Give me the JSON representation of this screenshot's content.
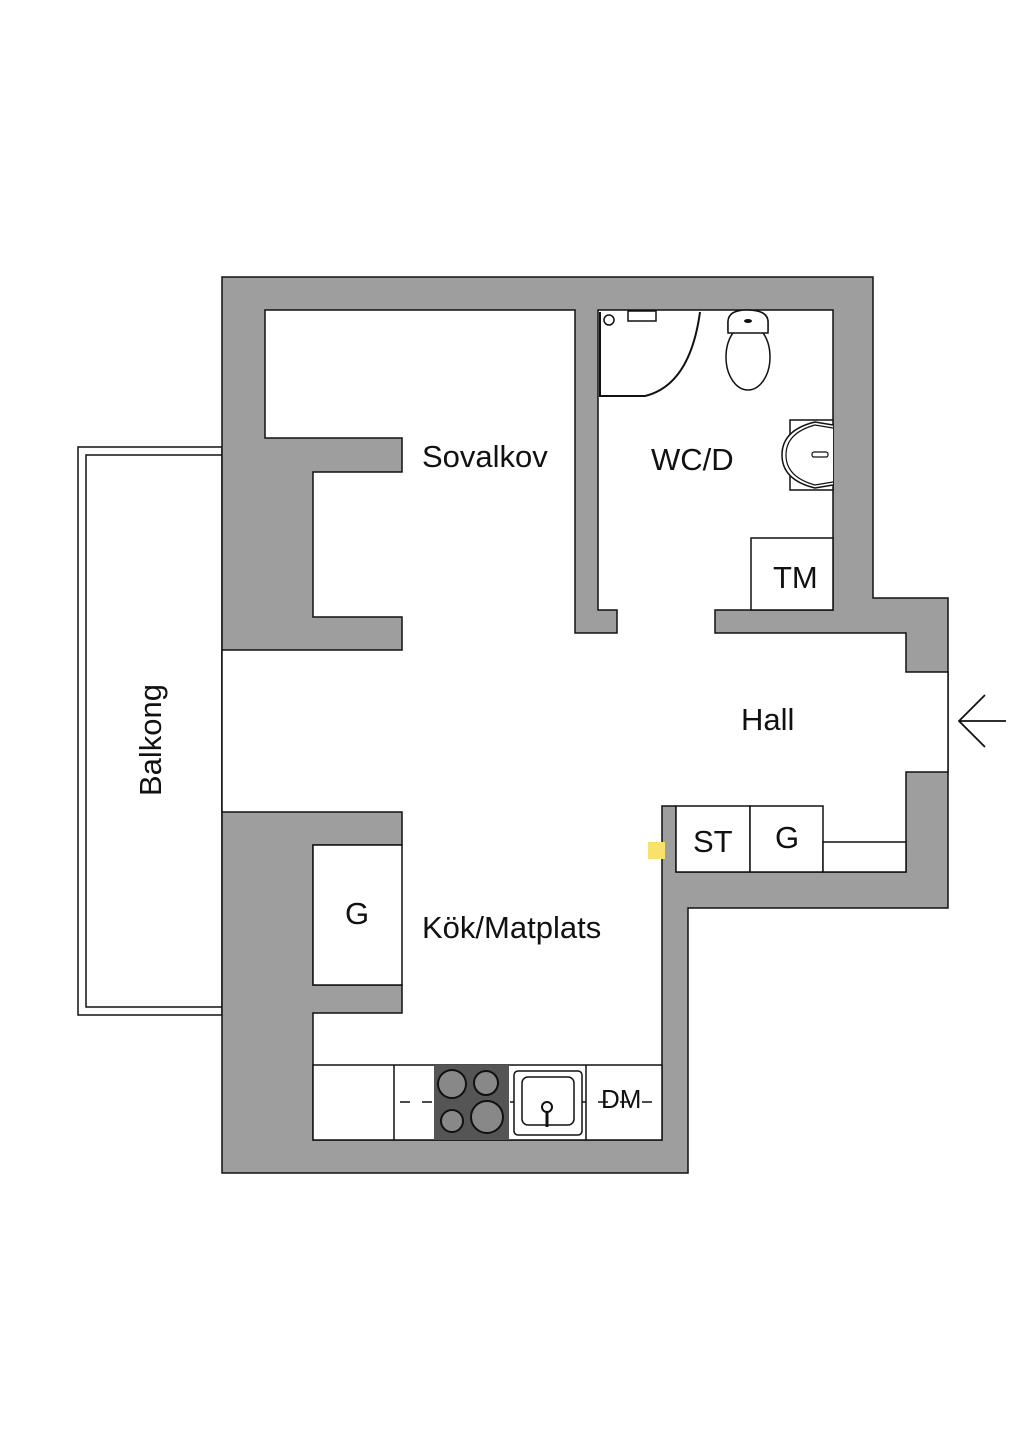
{
  "plan": {
    "rooms": {
      "bedroom": "Sovalkov",
      "bathroom": "WC/D",
      "hall": "Hall",
      "kitchen": "Kök/Matplats",
      "balcony": "Balkong"
    },
    "fixtures": {
      "washing_machine": "TM",
      "storage": "ST",
      "wardrobe_hall": "G",
      "wardrobe_kitchen": "G",
      "dishwasher": "DM"
    },
    "colors": {
      "wall": "#9e9e9e",
      "stove": "#555555",
      "marker": "#f7e26b"
    },
    "icons": [
      "entrance-arrow-icon",
      "shower-icon",
      "toilet-icon",
      "sink-icon",
      "stove-icon",
      "kitchen-sink-icon"
    ]
  }
}
